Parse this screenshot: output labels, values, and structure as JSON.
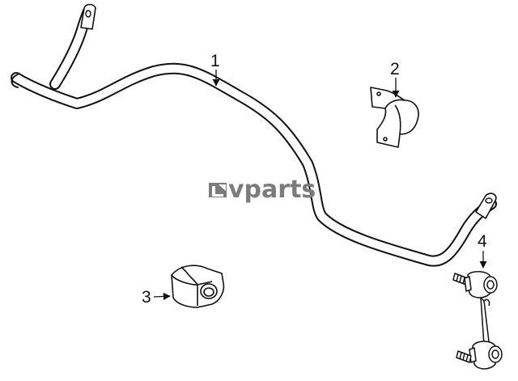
{
  "diagram": {
    "callouts": [
      {
        "id": "1",
        "label": "1"
      },
      {
        "id": "2",
        "label": "2"
      },
      {
        "id": "3",
        "label": "3"
      },
      {
        "id": "4",
        "label": "4"
      }
    ],
    "watermark": {
      "text": "vparts",
      "logo": "lv-logo-icon"
    },
    "colors": {
      "line": "#111111",
      "fill": "#ffffff",
      "watermark": "#7b7b7b"
    }
  }
}
